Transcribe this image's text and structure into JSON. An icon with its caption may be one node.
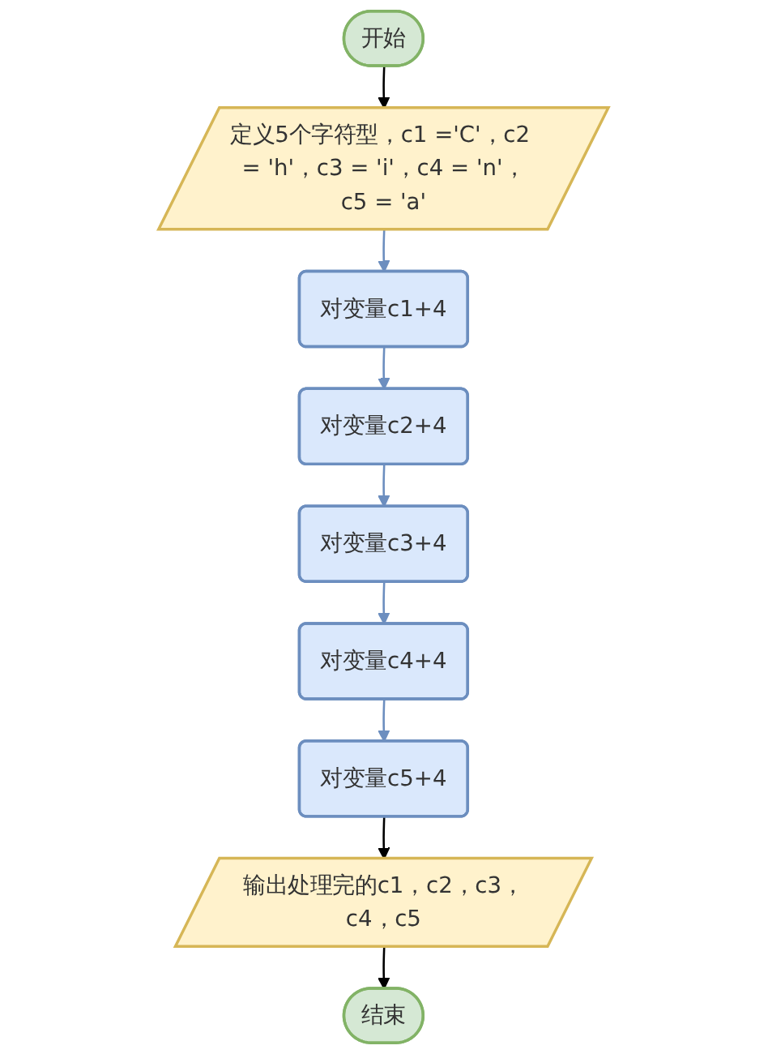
{
  "diagram": {
    "nodes": [
      {
        "text": [
          "开始"
        ]
      },
      {
        "text": [
          "定义5个字符型，c1 ='C'，c2 = 'h'，c3 = 'i'，c4 = 'n'，c5 = 'a'"
        ]
      },
      {
        "text": [
          "对变量c1+4"
        ]
      },
      {
        "text": [
          "对变量c2+4"
        ]
      },
      {
        "text": [
          "对变量c3+4"
        ]
      },
      {
        "text": [
          "对变量c4+4"
        ]
      },
      {
        "text": [
          "对变量c5+4"
        ]
      },
      {
        "text": [
          "输出处理完的c1，c2，c3，c4，c5"
        ]
      },
      {
        "text": [
          "结束"
        ]
      }
    ],
    "edges": [
      {
        "from": 0,
        "to": 1,
        "arrow": "to",
        "color": "#000000"
      },
      {
        "from": 1,
        "to": 2,
        "arrow": "to"
      },
      {
        "from": 2,
        "to": 3,
        "arrow": "to"
      },
      {
        "from": 3,
        "to": 4,
        "arrow": "to"
      },
      {
        "from": 4,
        "to": 5,
        "arrow": "to"
      },
      {
        "from": 5,
        "to": 6,
        "arrow": "to"
      },
      {
        "from": 6,
        "to": 7,
        "arrow": "to",
        "color": "#000000"
      },
      {
        "from": 7,
        "to": 8,
        "arrow": "to",
        "color": "#000000"
      }
    ]
  }
}
